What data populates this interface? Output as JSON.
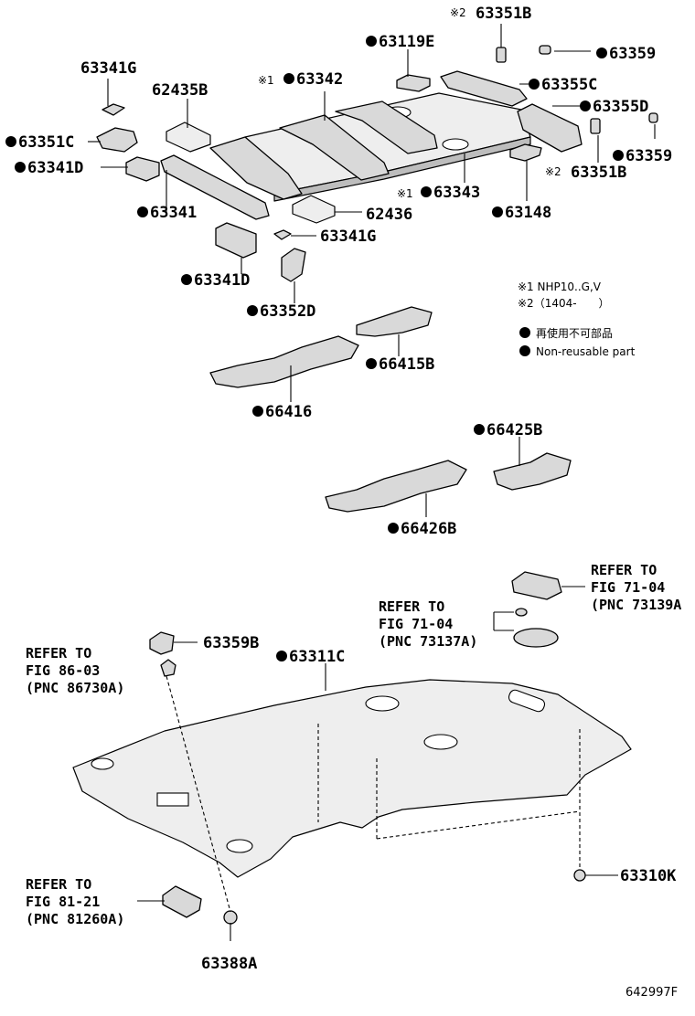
{
  "parts": {
    "p63351B_top": "63351B",
    "p63119E": "63119E",
    "p63359_top": "63359",
    "p63341G_top": "63341G",
    "p62435B": "62435B",
    "p63342": "63342",
    "p63355C": "63355C",
    "p63355D": "63355D",
    "p63351C": "63351C",
    "p63341D_left": "63341D",
    "p63359_right": "63359",
    "p63351B_right": "63351B",
    "p63343": "63343",
    "p63341": "63341",
    "p62436": "62436",
    "p63148": "63148",
    "p63341G_mid": "63341G",
    "p63341D_mid": "63341D",
    "p63352D": "63352D",
    "p66415B": "66415B",
    "p66416": "66416",
    "p66425B": "66425B",
    "p66426B": "66426B",
    "p63359B": "63359B",
    "p63311C": "63311C",
    "p63310K": "63310K",
    "p63388A": "63388A"
  },
  "markers": {
    "note1": "※1",
    "note2": "※2"
  },
  "refs": {
    "r73139": [
      "REFER TO",
      "FIG 71-04",
      "(PNC 73139A"
    ],
    "r73137": [
      "REFER TO",
      "FIG 71-04",
      "(PNC 73137A)"
    ],
    "r86730": [
      "REFER TO",
      "FIG 86-03",
      "(PNC 86730A)"
    ],
    "r81260": [
      "REFER TO",
      "FIG 81-21",
      "(PNC 81260A)"
    ]
  },
  "legend": {
    "note1": "※1 NHP10..G,V",
    "note2": "※2（1404-　　）",
    "nonreusable_jp": "再使用不可部品",
    "nonreusable_en": "Non-reusable part"
  },
  "figure_id": "642997F"
}
